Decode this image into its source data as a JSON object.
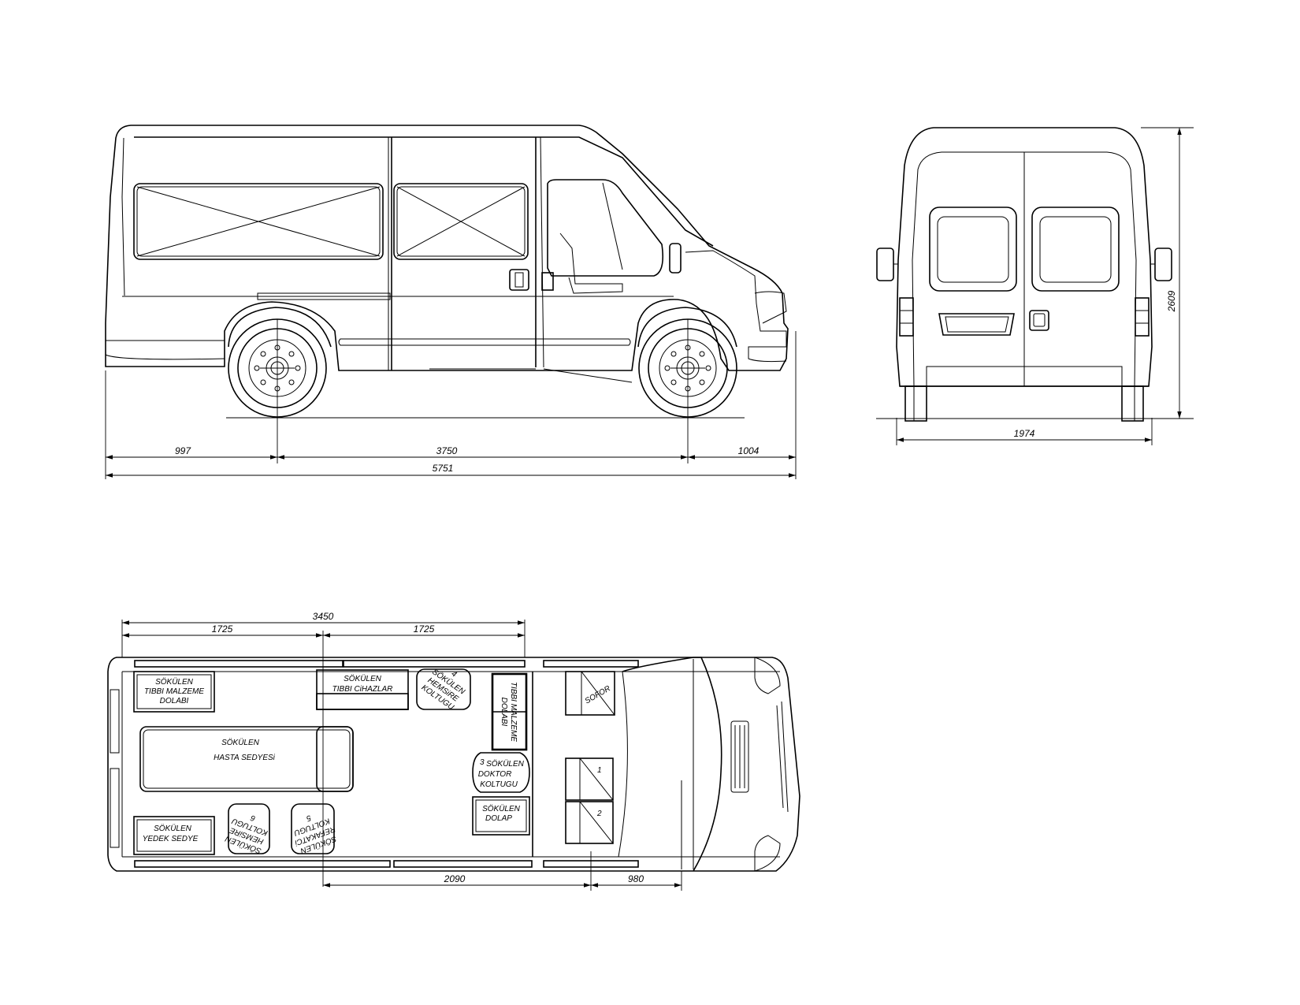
{
  "side_view": {
    "dimensions": {
      "front_overhang": "997",
      "wheelbase": "3750",
      "rear_overhang": "1004",
      "overall_length": "5751"
    }
  },
  "rear_view": {
    "dimensions": {
      "width": "1974",
      "height": "2609"
    }
  },
  "plan_view": {
    "dimensions": {
      "total": "3450",
      "half_left": "1725",
      "half_right": "1725",
      "cabin_length": "2090",
      "front_length": "980"
    },
    "equipment": {
      "medical_cabinet": [
        "SÖKÜLEN",
        "TIBBI MALZEME",
        "DOLABI"
      ],
      "medical_devices": [
        "SÖKÜLEN",
        "TIBBI CiHAZLAR"
      ],
      "nurse_seat_4": [
        "4",
        "SÖKÜLEN",
        "HEMSiRE",
        "KOLTUGU"
      ],
      "vertical_cabinet": [
        "TIBBI MALZEME",
        "DOLABI"
      ],
      "stretcher": [
        "SÖKÜLEN",
        "HASTA SEDYESi"
      ],
      "doctor_seat": [
        "3",
        "SÖKÜLEN",
        "DOKTOR",
        "KOLTUGU"
      ],
      "wardrobe": [
        "SÖKÜLEN",
        "DOLAP"
      ],
      "spare_stretcher": [
        "SÖKÜLEN",
        "YEDEK SEDYE"
      ],
      "nurse_seat_6": [
        "SÖKÜLEN",
        "HEMSiRE",
        "KOLTUGU",
        "6"
      ],
      "companion_seat_5": [
        "SÖKÜLEN",
        "REFAKATCi",
        "KOLTUGU",
        "5"
      ],
      "driver": "SOFOR",
      "seat_1": "1",
      "seat_2": "2"
    }
  }
}
